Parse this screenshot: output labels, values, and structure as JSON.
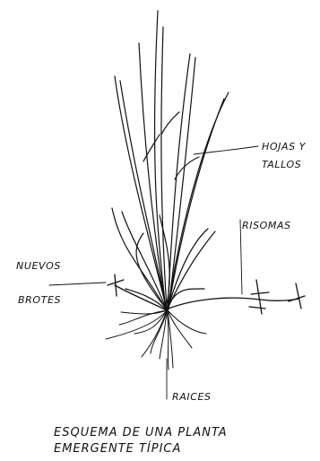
{
  "diagram": {
    "labels": {
      "leaves_line1": "HOJAS Y",
      "leaves_line2": "TALLOS",
      "rhizomes": "RISOMAS",
      "shoots_line1": "NUEVOS",
      "shoots_line2": "BROTES",
      "roots": "RAICES"
    },
    "caption": {
      "line1": "ESQUEMA DE UNA PLANTA",
      "line2": "EMERGENTE TÍPICA"
    }
  }
}
